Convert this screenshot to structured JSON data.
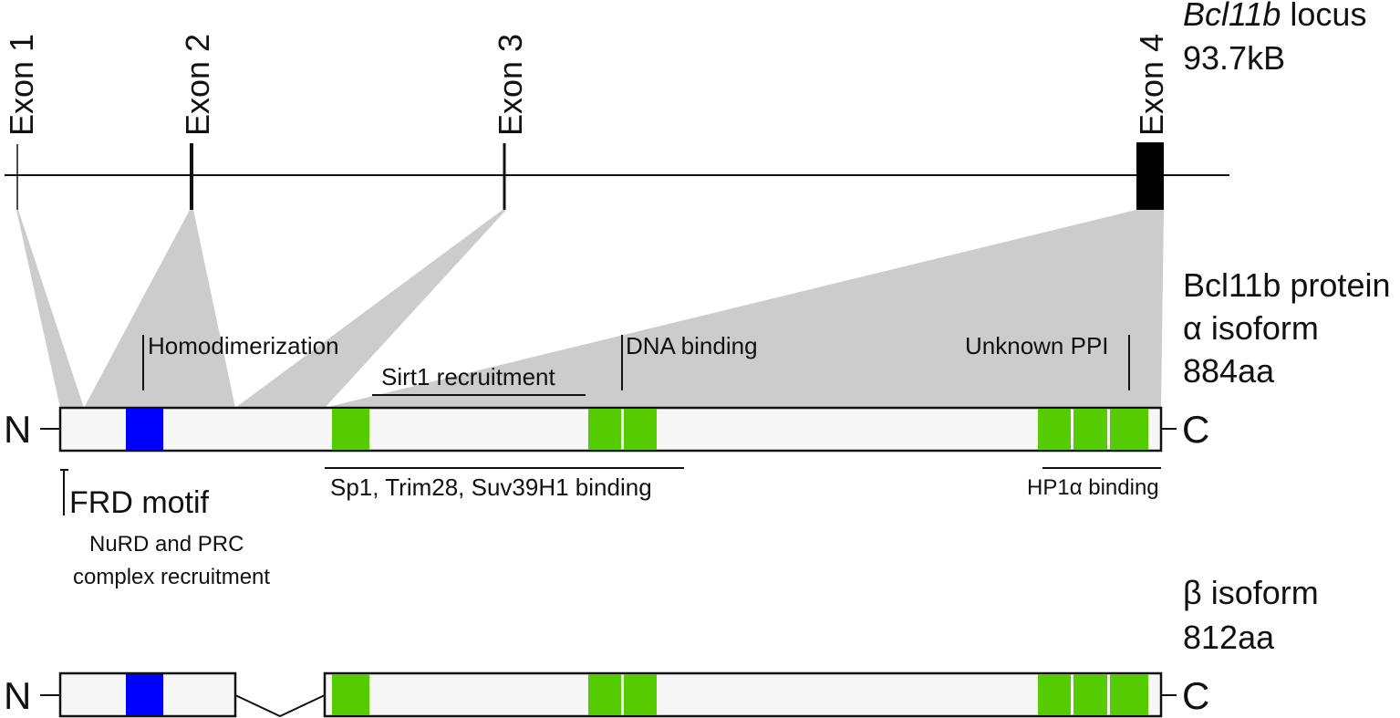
{
  "locus": {
    "gene_name": "Bcl11b",
    "title_suffix": " locus",
    "size": "93.7kB",
    "exons": [
      {
        "label": "Exon 1"
      },
      {
        "label": "Exon 2"
      },
      {
        "label": "Exon 3"
      },
      {
        "label": "Exon 4"
      }
    ]
  },
  "alpha": {
    "line1": "Bcl11b protein",
    "line2": "α isoform",
    "line3": "884aa",
    "n_terminal": "N",
    "c_terminal": "C"
  },
  "beta": {
    "line1": "β isoform",
    "line2": "812aa",
    "n_terminal": "N",
    "c_terminal": "C"
  },
  "annotations": {
    "homodimerization": "Homodimerization",
    "sirt1": "Sirt1 recruitment",
    "dna_binding": "DNA binding",
    "unknown_ppi": "Unknown PPI",
    "sp1": "Sp1, Trim28, Suv39H1 binding",
    "hp1a": "HP1α binding",
    "frd": "FRD motif",
    "nurd_line1": "NuRD and PRC",
    "nurd_line2": "complex recruitment"
  },
  "colors": {
    "frd_domain": "#0000ff",
    "zinc_finger": "#55cc00",
    "protein_fill": "#f7f7f7",
    "mapping_fill": "#cccccc",
    "exon_fill": "#000000"
  }
}
